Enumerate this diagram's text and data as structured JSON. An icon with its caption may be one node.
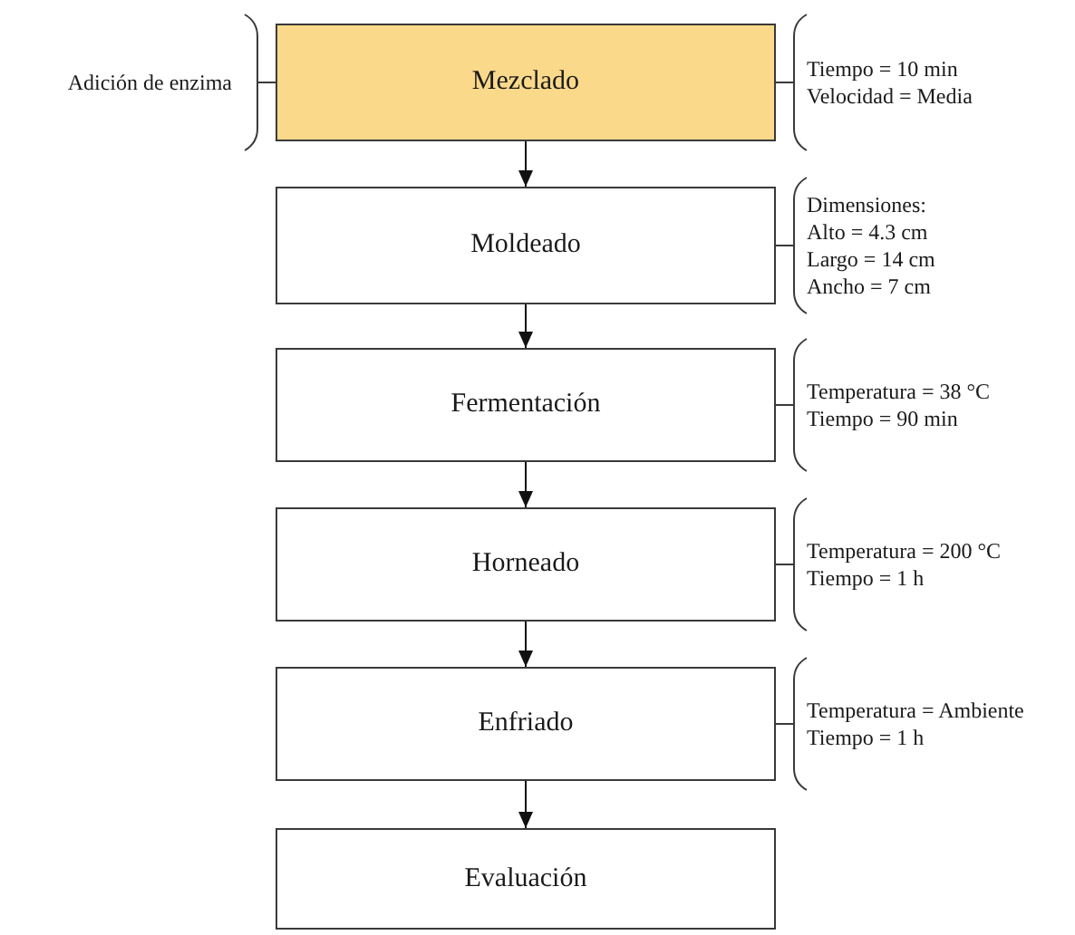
{
  "diagram": {
    "nodes": [
      {
        "text": [
          "Mezclado"
        ],
        "beside": [
          "Adición de enzima",
          "Tiempo = 10 min",
          "Velocidad = Media"
        ]
      },
      {
        "text": [
          "Moldeado"
        ],
        "beside": [
          "Dimensiones:",
          "Alto = 4.3 cm",
          "Largo = 14 cm",
          "Ancho = 7 cm"
        ]
      },
      {
        "text": [
          "Fermentación"
        ],
        "beside": [
          "Temperatura = 38 °C",
          "Tiempo = 90 min"
        ]
      },
      {
        "text": [
          "Horneado"
        ],
        "beside": [
          "Temperatura = 200 °C",
          "Tiempo = 1 h"
        ]
      },
      {
        "text": [
          "Enfriado"
        ],
        "beside": [
          "Temperatura = Ambiente",
          "Tiempo = 1 h"
        ]
      },
      {
        "text": [
          "Evaluación"
        ]
      }
    ],
    "edges": [
      {
        "from": 0,
        "to": 1,
        "arrow": "to"
      },
      {
        "from": 1,
        "to": 2,
        "arrow": "to"
      },
      {
        "from": 2,
        "to": 3,
        "arrow": "to"
      },
      {
        "from": 3,
        "to": 4,
        "arrow": "to"
      },
      {
        "from": 4,
        "to": 5,
        "arrow": "to"
      }
    ]
  }
}
